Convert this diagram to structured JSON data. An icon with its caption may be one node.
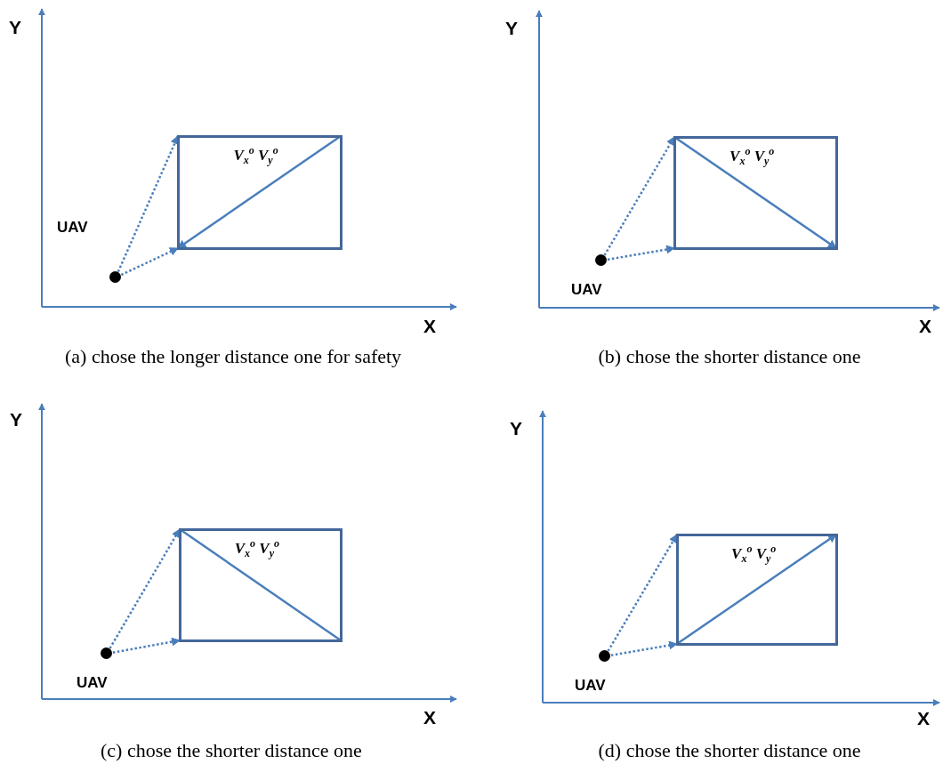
{
  "diagram": {
    "nodes": [
      {
        "text": [
          "V$_{x}$$^{o}$ V$_{y}$$^{o}$"
        ]
      },
      {
        "text": [],
        "shape": "circle",
        "beside": [
          "UAV"
        ]
      },
      {
        "text": [
          "V$_{x}$$^{o}$ V$_{y}$$^{o}$"
        ]
      },
      {
        "text": [],
        "shape": "circle",
        "beside": [
          "UAV"
        ]
      },
      {
        "text": [
          "V$_{x}$$^{o}$ V$_{y}$$^{o}$"
        ]
      },
      {
        "text": [],
        "shape": "circle",
        "beside": [
          "UAV"
        ]
      },
      {
        "text": [
          "V$_{x}$$^{o}$ V$_{y}$$^{o}$"
        ]
      },
      {
        "text": [],
        "shape": "circle",
        "beside": [
          "UAV"
        ]
      }
    ],
    "edges": [
      {
        "from": 1,
        "to": 0,
        "arrow": "to",
        "style": "dashed"
      },
      {
        "from": 1,
        "to": 0,
        "arrow": "to",
        "style": "dashed"
      },
      {
        "from": 3,
        "to": 2,
        "arrow": "to",
        "style": "dashed"
      },
      {
        "from": 3,
        "to": 2,
        "arrow": "to",
        "style": "dashed"
      },
      {
        "from": 5,
        "to": 4,
        "arrow": "to",
        "style": "dashed"
      },
      {
        "from": 5,
        "to": 4,
        "arrow": "to",
        "style": "dashed"
      },
      {
        "from": 7,
        "to": 6,
        "arrow": "to",
        "style": "dashed"
      },
      {
        "from": 7,
        "to": 6,
        "arrow": "to",
        "style": "dashed"
      }
    ],
    "labels": [
      "Y",
      "Y",
      "X",
      "X",
      "(a) chose the longer distance one for safety",
      "(b) chose the shorter distance one",
      "Y",
      "Y",
      "X",
      "X",
      "(c) chose the shorter distance one",
      "(d) chose the shorter distance one"
    ]
  }
}
